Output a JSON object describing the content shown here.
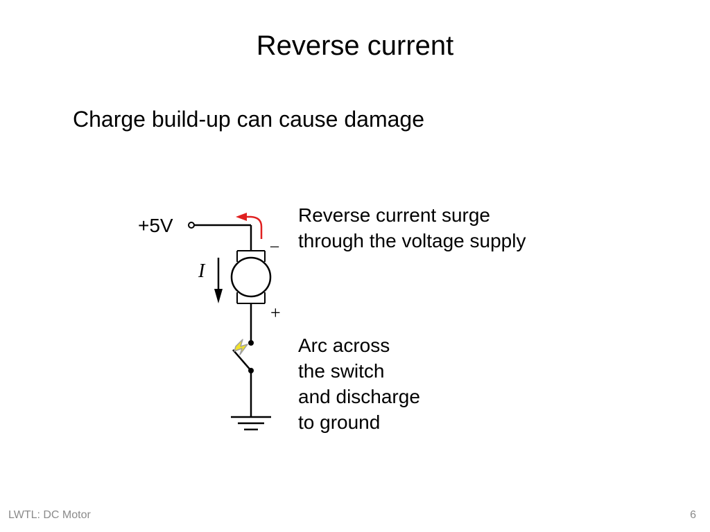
{
  "slide": {
    "title": "Reverse current",
    "subtitle": "Charge build-up can cause damage"
  },
  "diagram": {
    "supply_label": "+5V",
    "current_symbol": "I",
    "motor_top_polarity": "–",
    "motor_bottom_polarity": "+",
    "annotation_top": [
      "Reverse current surge",
      "through the voltage supply"
    ],
    "annotation_bottom": [
      "Arc across",
      "the switch",
      "and discharge",
      "to ground"
    ],
    "colors": {
      "wire": "#000000",
      "reverse_arrow": "#e02020",
      "arc_fill": "#f2e22a",
      "arc_stroke": "#a0a0a0"
    },
    "components": [
      "supply-terminal",
      "motor",
      "switch",
      "ground"
    ]
  },
  "footer": {
    "left": "LWTL: DC Motor",
    "page_number": "6"
  }
}
